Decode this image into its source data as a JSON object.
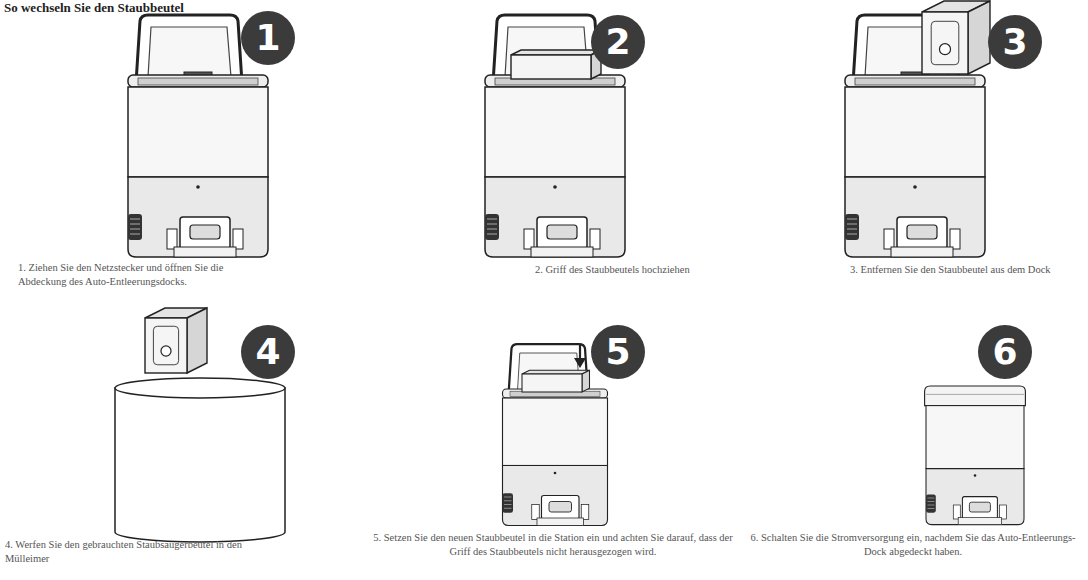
{
  "diagram": {
    "title": "So wechseln Sie den Staubbeutel",
    "nodes": [
      {
        "text": [
          "1"
        ]
      },
      {
        "text": [
          "2"
        ]
      },
      {
        "text": [
          "3"
        ]
      },
      {
        "text": [
          "4"
        ]
      },
      {
        "text": [
          "5"
        ]
      },
      {
        "text": [
          "6"
        ]
      }
    ],
    "labels": [
      "1. Ziehen Sie den Netzstecker und öffnen Sie die Abdeckung des Auto-Entleerungsdocks.",
      "2. Griff des Staubbeutels hochziehen",
      "3. Entfernen Sie den Staubbeutel aus dem Dock",
      "4. Werfen Sie den gebrauchten Staubsaugerbeutel in den Mülleimer",
      "5. Setzen Sie den neuen Staubbeutel in die Station ein und achten Sie darauf, dass der Griff des Staubbeutels nicht herausgezogen wird.",
      "6. Schalten Sie die Stromversorgung ein, nachdem Sie das Auto-Entleerungs-Dock abgedeckt haben."
    ]
  }
}
